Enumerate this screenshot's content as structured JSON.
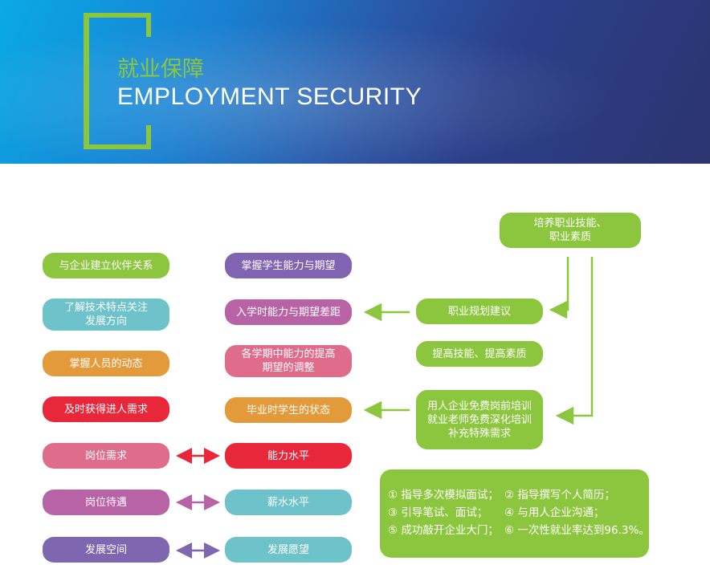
{
  "header": {
    "title_cn": "就业保障",
    "title_en": "EMPLOYMENT SECURITY"
  },
  "left_column": [
    {
      "lines": [
        "与企业建立伙伴关系"
      ],
      "color": "#8cc63f"
    },
    {
      "lines": [
        "了解技术特点关注",
        "发展方向"
      ],
      "color": "#6ec3cb"
    },
    {
      "lines": [
        "掌握人员的动态"
      ],
      "color": "#e39a3b"
    },
    {
      "lines": [
        "及时获得进人需求"
      ],
      "color": "#e8283a"
    },
    {
      "lines": [
        "岗位需求"
      ],
      "color": "#e06c8c"
    },
    {
      "lines": [
        "岗位待遇"
      ],
      "color": "#b863a6"
    },
    {
      "lines": [
        "发展空间"
      ],
      "color": "#8063b1"
    }
  ],
  "middle_column": [
    {
      "lines": [
        "掌握学生能力与期望"
      ],
      "color": "#8063b1"
    },
    {
      "lines": [
        "入学时能力与期望差距"
      ],
      "color": "#b863a6"
    },
    {
      "lines": [
        "各学期中能力的提高",
        "期望的调整"
      ],
      "color": "#e06c8c"
    },
    {
      "lines": [
        "毕业时学生的状态"
      ],
      "color": "#e39a3b"
    },
    {
      "lines": [
        "能力水平"
      ],
      "color": "#e8283a"
    },
    {
      "lines": [
        "薪水水平"
      ],
      "color": "#6ec3cb"
    },
    {
      "lines": [
        "发展愿望"
      ],
      "color": "#6ec3cb"
    }
  ],
  "right_column": {
    "top": {
      "lines": [
        "培养职业技能、",
        "职业素质"
      ]
    },
    "career": {
      "lines": [
        "职业规划建议"
      ]
    },
    "improve": {
      "lines": [
        "提高技能、提高素质"
      ]
    },
    "training": {
      "lines": [
        "用人企业免费岗前培训",
        "就业老师免费深化培训",
        "补充特殊需求"
      ]
    }
  },
  "note": {
    "rows": [
      [
        "① 指导多次模拟面试；",
        "② 指导撰写个人简历；"
      ],
      [
        "③ 引导笔试、面试；",
        "④ 与用人企业沟通；"
      ],
      [
        "⑤ 成功敲开企业大门；",
        "⑥ 一次性就业率达到96.3%。"
      ]
    ]
  },
  "colors": {
    "accent_green": "#8cc63f",
    "arrow_red": "#e8283a",
    "arrow_magenta": "#b863a6",
    "arrow_purple": "#7e67b0"
  }
}
